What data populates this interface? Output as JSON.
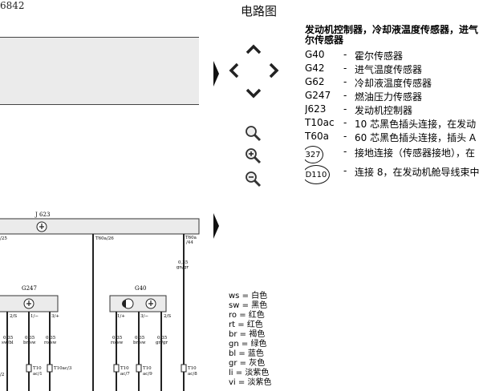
{
  "header": {
    "doc_id": "6842",
    "title": "电路图"
  },
  "legend": {
    "title_line1": "发动机控制器，冷却液温度传感器，进气",
    "title_line2": "尔传感器",
    "rows": [
      {
        "code": "G40",
        "dash": "-",
        "desc": "霍尔传感器"
      },
      {
        "code": "G42",
        "dash": "-",
        "desc": "进气温度传感器"
      },
      {
        "code": "G62",
        "dash": "-",
        "desc": "冷却液温度传感器"
      },
      {
        "code": "G247",
        "dash": "-",
        "desc": "燃油压力传感器"
      },
      {
        "code": "J623",
        "dash": "-",
        "desc": "发动机控制器"
      },
      {
        "code": "T10ac",
        "dash": "-",
        "desc": "10 芯黑色插头连接，在发动"
      },
      {
        "code": "T60a",
        "dash": "-",
        "desc": "60 芯黑色插头连接，插头 A"
      },
      {
        "code": "327",
        "dash": "-",
        "desc": "接地连接（传感器接地），在"
      },
      {
        "code": "D110",
        "dash": "-",
        "desc": "连接 8，在发动机舱导线束中"
      }
    ]
  },
  "color_codes": [
    {
      "code": "ws",
      "eq": "=",
      "name": "白色"
    },
    {
      "code": "sw",
      "eq": "=",
      "name": "黑色"
    },
    {
      "code": "ro",
      "eq": "=",
      "name": "红色"
    },
    {
      "code": "rt",
      "eq": "=",
      "name": "红色"
    },
    {
      "code": "br",
      "eq": "=",
      "name": "褐色"
    },
    {
      "code": "gn",
      "eq": "=",
      "name": "绿色"
    },
    {
      "code": "bl",
      "eq": "=",
      "name": "蓝色"
    },
    {
      "code": "gr",
      "eq": "=",
      "name": "灰色"
    },
    {
      "code": "li",
      "eq": "=",
      "name": "淡紫色"
    },
    {
      "code": "vi",
      "eq": "=",
      "name": "淡紫色"
    }
  ],
  "schematic": {
    "bus_label": "J 623",
    "left_bus_pin": "/25",
    "bus_pin_mid": "T60a/26",
    "bus_pin_right_top": "T60a",
    "bus_pin_right_bot": "/44",
    "wire_035": "0,35",
    "wire_gn_gr": "gn/gr",
    "g247_label": "G247",
    "g40_label": "G40",
    "g247_pins": [
      "2/S",
      "1/−",
      "3/+"
    ],
    "g40_pins": [
      "1/+",
      "3/−",
      "2/S"
    ],
    "left_wires": [
      {
        "gauge": "0,35",
        "color": "sw/bl"
      },
      {
        "gauge": "0,35",
        "color": "br/sw"
      },
      {
        "gauge": "0,35",
        "color": "ro/sw"
      }
    ],
    "right_wires": [
      {
        "gauge": "0,35",
        "color": "ro/sw"
      },
      {
        "gauge": "0,35",
        "color": "br/sw"
      },
      {
        "gauge": "0,35",
        "color": "gn/gr"
      }
    ],
    "left_conn": [
      {
        "top": "T10",
        "bot": "ac/1"
      },
      {
        "top": "T10ac/3",
        "bot": ""
      }
    ],
    "right_conn": [
      {
        "top": "T10",
        "bot": "ac/7"
      },
      {
        "top": "T10",
        "bot": "ac/9"
      },
      {
        "top": "T10",
        "bot": "ac/8"
      }
    ],
    "edge_left_label": "/2"
  }
}
